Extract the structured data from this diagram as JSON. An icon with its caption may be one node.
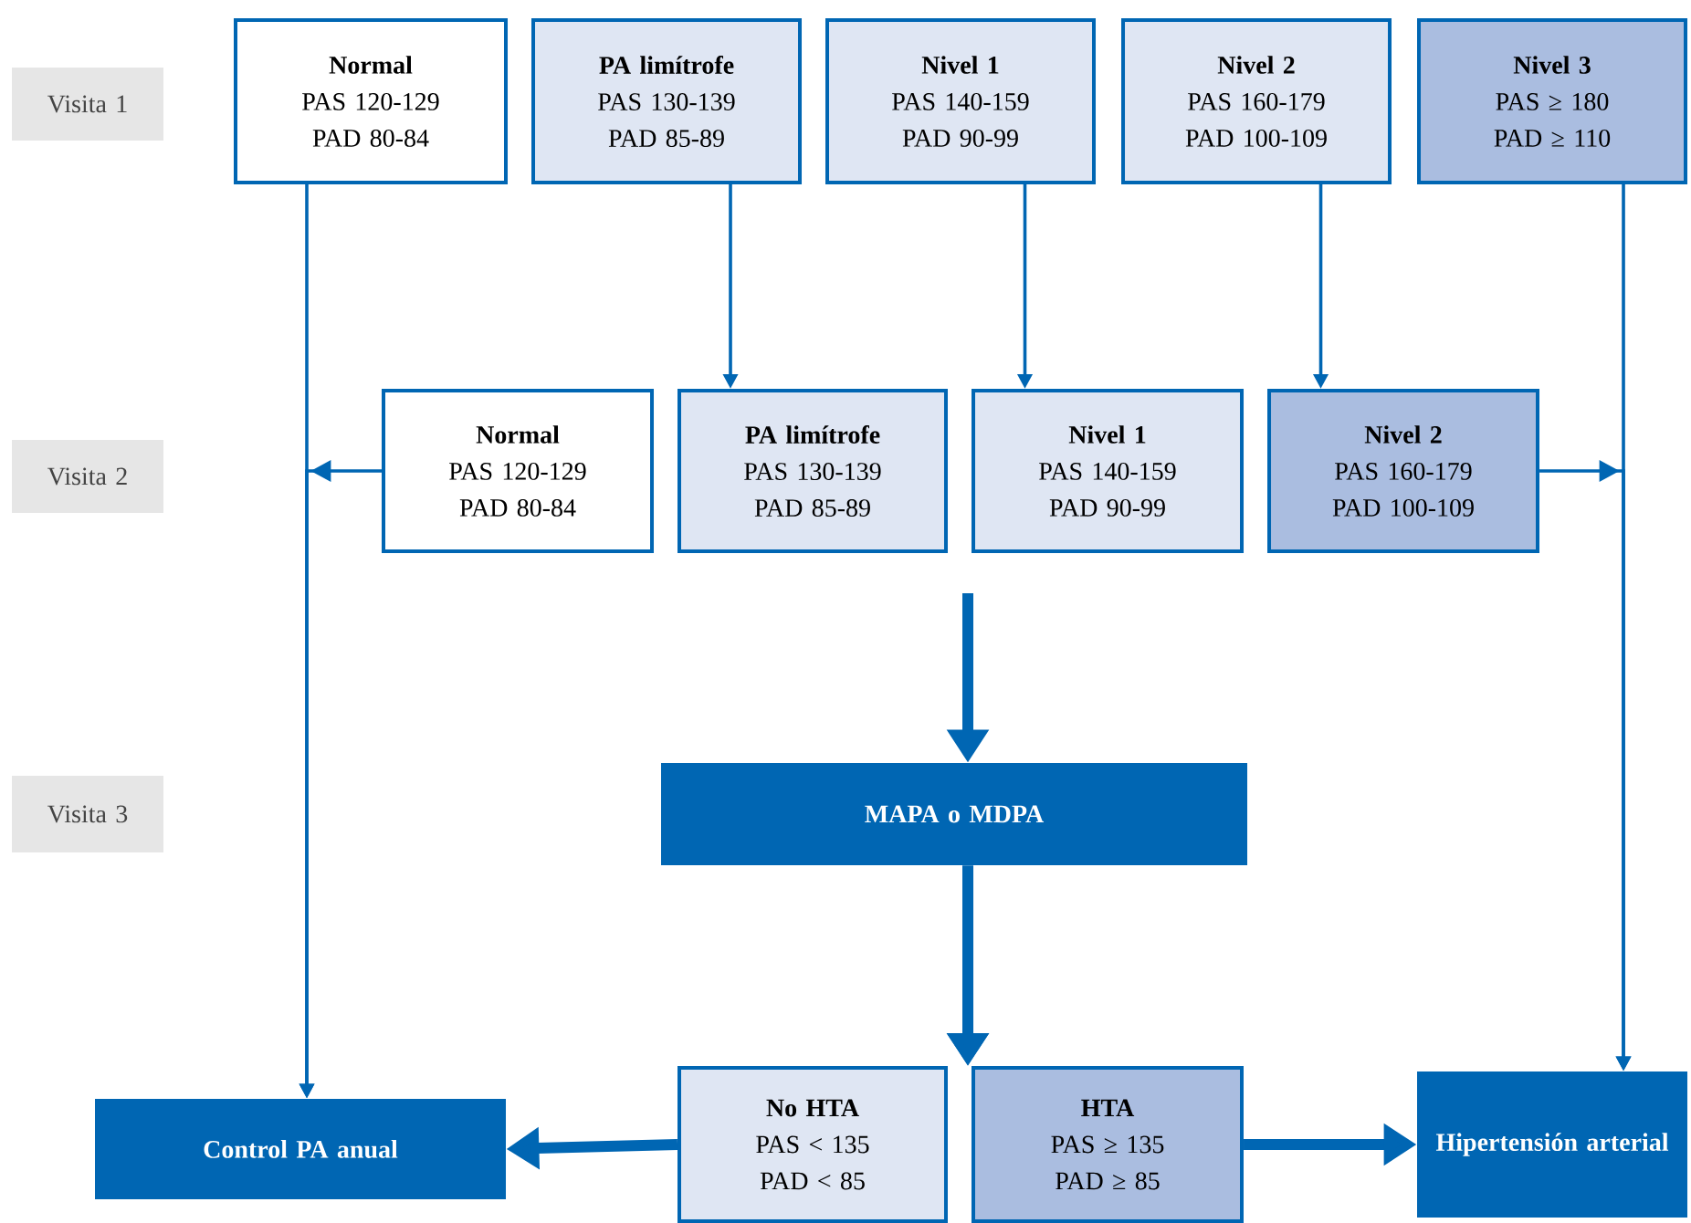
{
  "diagram": {
    "nodes": [
      {
        "text": [
          "Visita 1"
        ]
      },
      {
        "text": [
          "Normal",
          "PAS 120-129",
          "PAD 80-84"
        ]
      },
      {
        "text": [
          "PA limítrofe",
          "PAS 130-139",
          "PAD 85-89"
        ]
      },
      {
        "text": [
          "Nivel 1",
          "PAS 140-159",
          "PAD 90-99"
        ]
      },
      {
        "text": [
          "Nivel  2",
          "PAS 160-179",
          "PAD 100-109"
        ]
      },
      {
        "text": [
          "Nivel 3",
          "PAS ≥ 180",
          "PAD ≥ 110"
        ]
      },
      {
        "text": [
          "Visita 2"
        ]
      },
      {
        "text": [
          "Normal",
          "PAS 120-129",
          "PAD 80-84"
        ]
      },
      {
        "text": [
          "PA limítrofe",
          "PAS 130-139",
          "PAD 85-89"
        ]
      },
      {
        "text": [
          "Nivel 1",
          "PAS 140-159",
          "PAD 90-99"
        ]
      },
      {
        "text": [
          "Nivel  2",
          "PAS 160-179",
          "PAD 100-109"
        ]
      },
      {
        "text": [
          "Visita 3"
        ]
      },
      {
        "text": [
          "MAPA o MDPA"
        ]
      },
      {
        "text": [
          "Control PA anual"
        ]
      },
      {
        "text": [
          "No HTA",
          "PAS < 135",
          "PAD < 85"
        ]
      },
      {
        "text": [
          "HTA",
          "PAS ≥ 135",
          "PAD ≥ 85"
        ]
      },
      {
        "text": [
          "Hipertensión arterial"
        ]
      }
    ],
    "edges": [
      {
        "from": 1,
        "to": 13,
        "arrow": "to"
      },
      {
        "from": 2,
        "to": 8,
        "arrow": "to"
      },
      {
        "from": 3,
        "to": 9,
        "arrow": "to"
      },
      {
        "from": 4,
        "to": 10,
        "arrow": "to"
      },
      {
        "from": 5,
        "to": 16,
        "arrow": "to"
      },
      {
        "from": 7,
        "to": 13,
        "arrow": "to"
      },
      {
        "from": 10,
        "to": 16,
        "arrow": "to"
      },
      {
        "from": null,
        "to": 12,
        "arrow": "to",
        "style": "thick"
      },
      {
        "from": 12,
        "to": 14,
        "arrow": "to",
        "style": "thick"
      },
      {
        "from": 12,
        "to": 15,
        "arrow": "to",
        "style": "thick"
      },
      {
        "from": 14,
        "to": 13,
        "arrow": "to",
        "style": "thick"
      },
      {
        "from": 15,
        "to": 16,
        "arrow": "to",
        "style": "thick"
      }
    ]
  }
}
